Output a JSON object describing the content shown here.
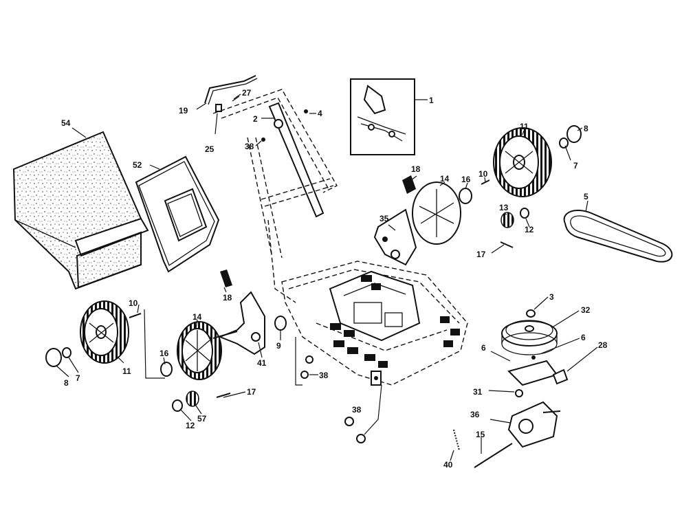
{
  "labels": {
    "l1": "1",
    "l2": "2",
    "l3": "3",
    "l4": "4",
    "l5": "5",
    "l6a": "6",
    "l6b": "6",
    "l7a": "7",
    "l7b": "7",
    "l8a": "8",
    "l8b": "8",
    "l9": "9",
    "l10a": "10",
    "l10b": "10",
    "l11a": "11",
    "l11b": "11",
    "l12a": "12",
    "l12b": "12",
    "l13": "13",
    "l14a": "14",
    "l14b": "14",
    "l15": "15",
    "l16a": "16",
    "l16b": "16",
    "l17a": "17",
    "l17b": "17",
    "l18a": "18",
    "l18b": "18",
    "l19": "19",
    "l25": "25",
    "l27": "27",
    "l28": "28",
    "l31": "31",
    "l32": "32",
    "l35": "35",
    "l36": "36",
    "l38a": "38",
    "l38b": "38",
    "l38c": "38",
    "l40": "40",
    "l41": "41",
    "l52": "52",
    "l54": "54",
    "l57": "57"
  }
}
